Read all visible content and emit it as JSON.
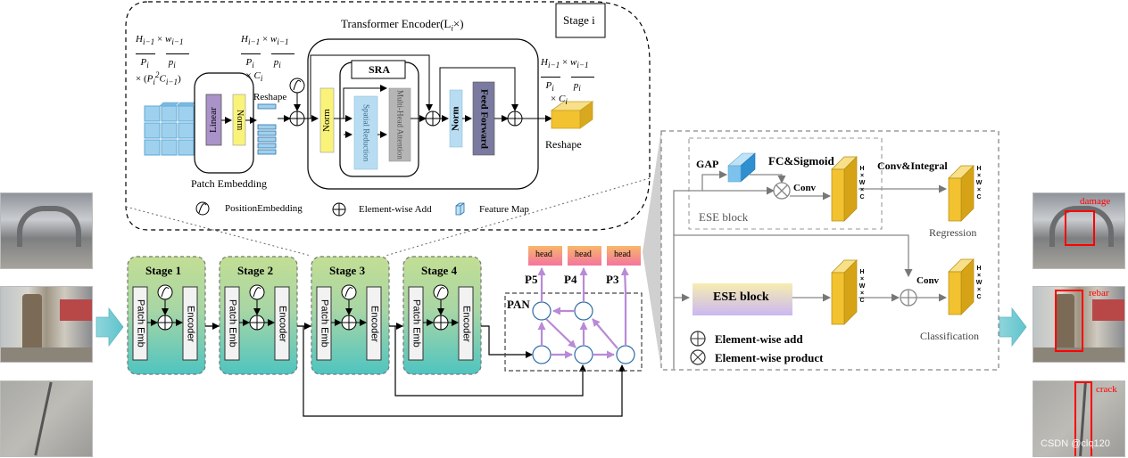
{
  "encoder_detail": {
    "stage_badge": "Stage i",
    "title": "Transformer Encoder(L",
    "title_sub": "i",
    "title_suffix": "×)",
    "shape_in_line1": "H",
    "shape_in_line3": "× (P",
    "shape_mid_line3": "× C",
    "shape_out_line3": "× C",
    "linear": "Linear",
    "norm": "Norm",
    "reshape_in": "Reshape",
    "reshape_out": "Reshape",
    "sra": "SRA",
    "spatial_reduction": "Spatial Reduction",
    "mha": "Multi-Head Attention",
    "feed_forward": "Feed Forward",
    "patch_embedding": "Patch Embedding",
    "legend_pos": "PositionEmbedding",
    "legend_add": "Element-wise Add",
    "legend_fmap": "Feature Map"
  },
  "backbone": {
    "stages": [
      {
        "title": "Stage 1",
        "emb": "Patch Emb",
        "enc": "Encoder"
      },
      {
        "title": "Stage 2",
        "emb": "Patch Emb",
        "enc": "Encoder"
      },
      {
        "title": "Stage 3",
        "emb": "Patch Emb",
        "enc": "Encoder"
      },
      {
        "title": "Stage 4",
        "emb": "Patch Emb",
        "enc": "Encoder"
      }
    ]
  },
  "neck": {
    "pan": "PAN",
    "heads": [
      "head",
      "head",
      "head"
    ],
    "levels": [
      "P5",
      "P4",
      "P3"
    ]
  },
  "head_detail": {
    "gap": "GAP",
    "fc_sigmoid": "FC&Sigmoid",
    "conv1": "Conv",
    "ese_block_label": "ESE block",
    "conv_integral": "Conv&Integral",
    "regression": "Regression",
    "ese_block": "ESE block",
    "conv2": "Conv",
    "classification": "Classification",
    "legend_add": "Element-wise add",
    "legend_product": "Element-wise product",
    "hwc": [
      "H",
      "×",
      "W",
      "×",
      "C"
    ]
  },
  "outputs": {
    "labels": [
      "damage",
      "rebar",
      "crack"
    ],
    "watermark": "CSDN @clq120"
  },
  "colors": {
    "stage_top": "#b9d98f",
    "stage_bottom": "#5ec9c4",
    "arrow_teal": "#7fcfd6",
    "purple": "#b98ad6",
    "head_top": "#f7b36a",
    "head_bottom": "#f47aa8",
    "ese_top": "#f5e9a6",
    "ese_bottom": "#c9b8f0",
    "cube": "#f2c230",
    "linear": "#a993c9",
    "norm_yellow": "#faf37a",
    "spatial": "#b8ddf2",
    "mha": "#b5b5b5",
    "ff": "#7a7aa0",
    "out_box": "#ff0000"
  }
}
